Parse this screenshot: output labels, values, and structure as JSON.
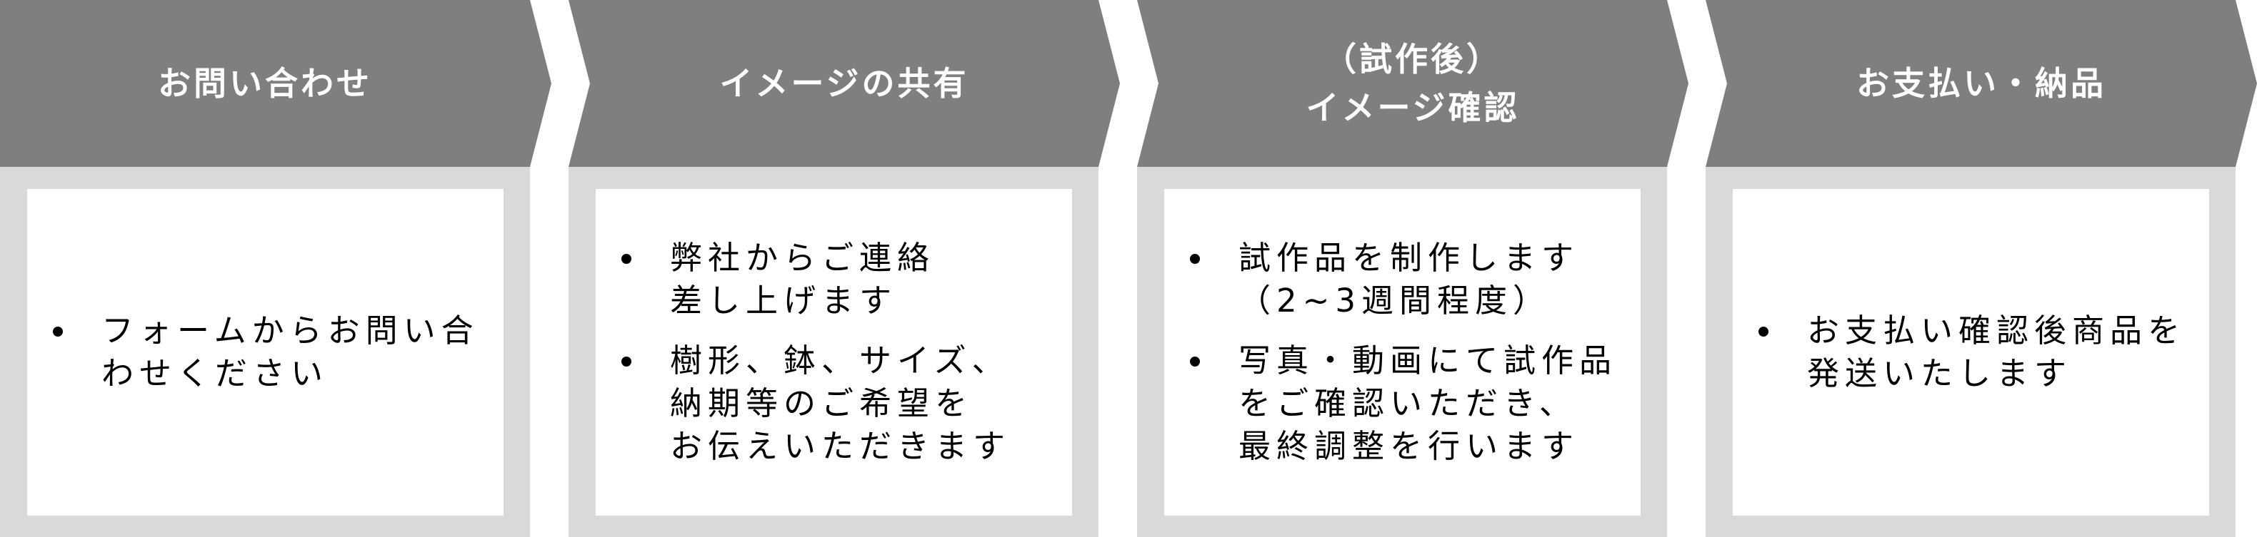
{
  "colors": {
    "header_bg": "#7f7f7f",
    "card_bg": "#d9d9d9",
    "inner_bg": "#ffffff",
    "header_text": "#ffffff",
    "body_text": "#000000"
  },
  "steps": [
    {
      "title_lines": [
        "お問い合わせ"
      ],
      "bullets": [
        {
          "lines": [
            "フォームからお問い合",
            "わせください"
          ]
        }
      ]
    },
    {
      "title_lines": [
        "イメージの共有"
      ],
      "bullets": [
        {
          "lines": [
            "弊社からご連絡",
            "差し上げます"
          ]
        },
        {
          "lines": [
            "樹形、鉢、サイズ、",
            "納期等のご希望を",
            "お伝えいただきます"
          ]
        }
      ]
    },
    {
      "title_lines": [
        "（試作後）",
        "イメージ確認"
      ],
      "bullets": [
        {
          "lines": [
            "試作品を制作します",
            "（2~3週間程度）"
          ]
        },
        {
          "lines": [
            "写真・動画にて試作品",
            "をご確認いただき、",
            "最終調整を行います"
          ]
        }
      ]
    },
    {
      "title_lines": [
        "お支払い・納品"
      ],
      "bullets": [
        {
          "lines": [
            "お支払い確認後商品を",
            "発送いたします"
          ]
        }
      ]
    }
  ]
}
